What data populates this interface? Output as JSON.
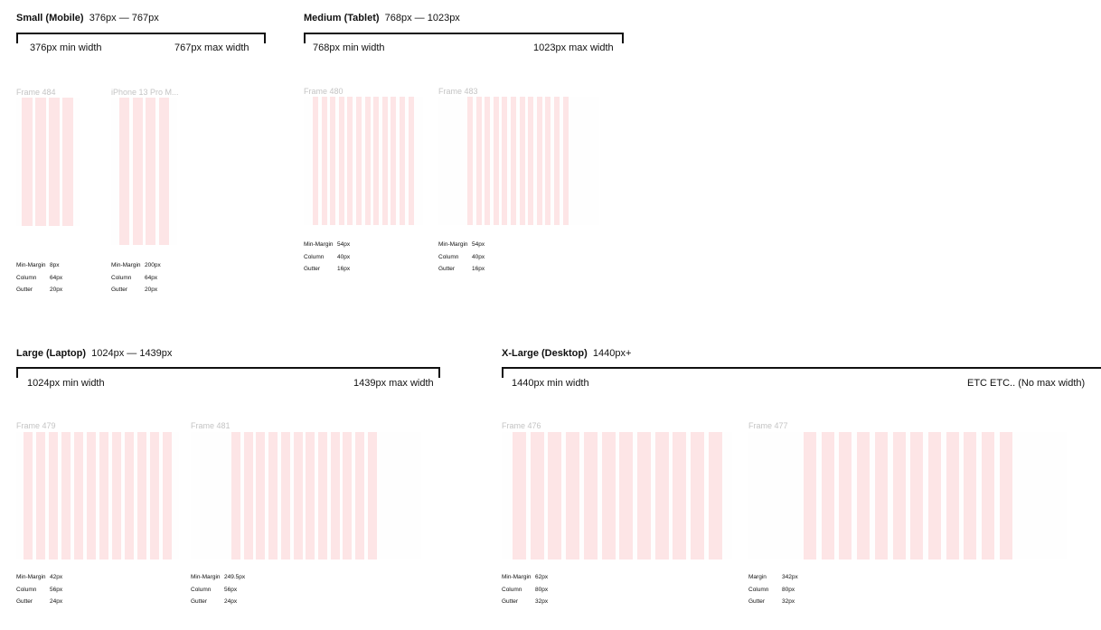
{
  "colors": {
    "column": "#fde5e6",
    "bracket": "#111111",
    "frame_label": "#c4c4c4"
  },
  "sections": {
    "small": {
      "title": "Small (Mobile)",
      "range": "376px — 767px",
      "min_width": "376px min width",
      "max_width": "767px max width",
      "frames": [
        {
          "label": "Frame 484",
          "columns": 4,
          "specs": [
            [
              "Min-Margin",
              "8px"
            ],
            [
              "Column",
              "64px"
            ],
            [
              "Gutter",
              "20px"
            ]
          ]
        },
        {
          "label": "iPhone 13 Pro M...",
          "columns": 4,
          "specs": [
            [
              "Min-Margin",
              "200px"
            ],
            [
              "Column",
              "64px"
            ],
            [
              "Gutter",
              "20px"
            ]
          ]
        }
      ]
    },
    "medium": {
      "title": "Medium (Tablet)",
      "range": "768px — 1023px",
      "min_width": "768px min width",
      "max_width": "1023px max width",
      "frames": [
        {
          "label": "Frame 480",
          "columns": 12,
          "specs": [
            [
              "Min-Margin",
              "54px"
            ],
            [
              "Column",
              "40px"
            ],
            [
              "Gutter",
              "16px"
            ]
          ]
        },
        {
          "label": "Frame 483",
          "columns": 12,
          "specs": [
            [
              "Min-Margin",
              "54px"
            ],
            [
              "Column",
              "40px"
            ],
            [
              "Gutter",
              "16px"
            ]
          ]
        }
      ]
    },
    "large": {
      "title": "Large (Laptop)",
      "range": "1024px — 1439px",
      "min_width": "1024px min width",
      "max_width": "1439px max width",
      "frames": [
        {
          "label": "Frame 479",
          "columns": 12,
          "specs": [
            [
              "Min-Margin",
              "42px"
            ],
            [
              "Column",
              "56px"
            ],
            [
              "Gutter",
              "24px"
            ]
          ]
        },
        {
          "label": "Frame 481",
          "columns": 12,
          "specs": [
            [
              "Min-Margin",
              "249.5px"
            ],
            [
              "Column",
              "56px"
            ],
            [
              "Gutter",
              "24px"
            ]
          ]
        }
      ]
    },
    "xlarge": {
      "title": "X-Large (Desktop)",
      "range": "1440px+",
      "min_width": "1440px min width",
      "max_width": "ETC ETC.. (No max width)",
      "frames": [
        {
          "label": "Frame 476",
          "columns": 12,
          "specs": [
            [
              "Min-Margin",
              "62px"
            ],
            [
              "Column",
              "80px"
            ],
            [
              "Gutter",
              "32px"
            ]
          ]
        },
        {
          "label": "Frame 477",
          "columns": 12,
          "specs": [
            [
              "Margin",
              "342px"
            ],
            [
              "Column",
              "80px"
            ],
            [
              "Gutter",
              "32px"
            ]
          ]
        }
      ]
    }
  }
}
